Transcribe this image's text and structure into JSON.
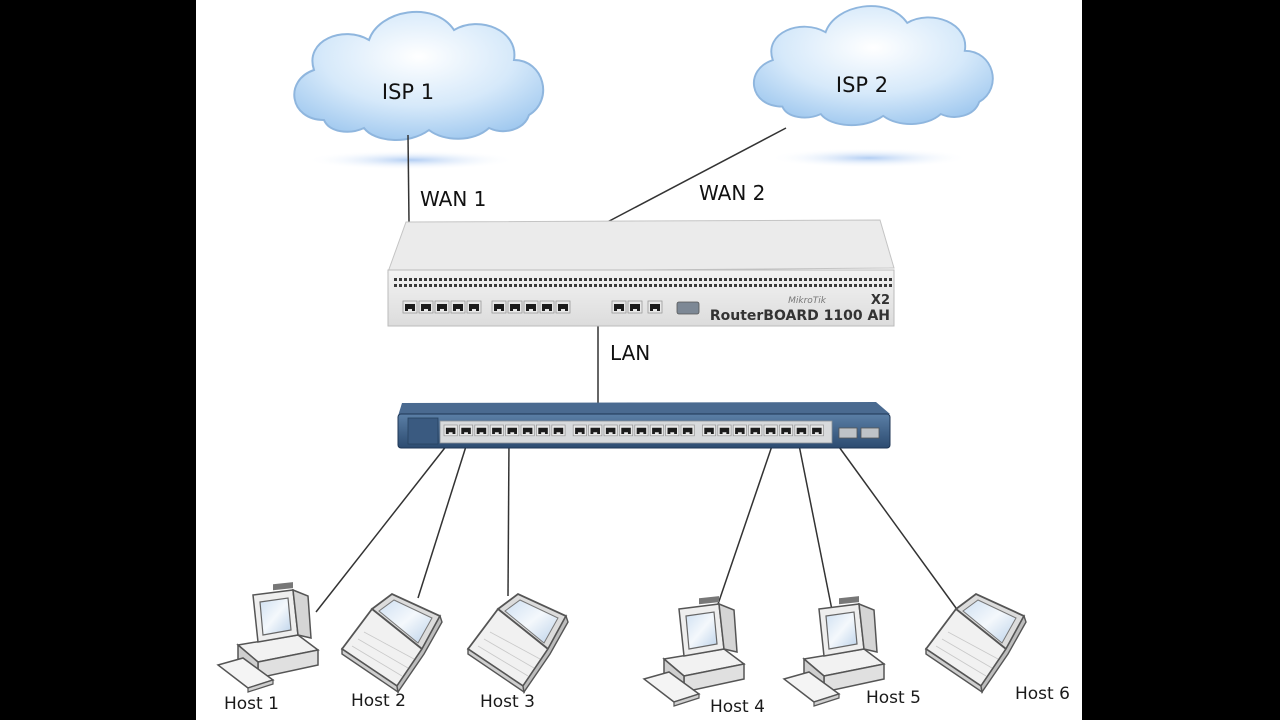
{
  "diagram": {
    "clouds": [
      {
        "id": "isp1",
        "label": "ISP 1"
      },
      {
        "id": "isp2",
        "label": "ISP 2"
      }
    ],
    "links": [
      {
        "id": "wan1",
        "label": "WAN 1",
        "from": "ISP 1",
        "to": "Router port 1"
      },
      {
        "id": "wan2",
        "label": "WAN 2",
        "from": "ISP 2",
        "to": "Router port 3"
      },
      {
        "id": "lan",
        "label": "LAN",
        "from": "Router port 10",
        "to": "Switch"
      }
    ],
    "router": {
      "brand": "MikroTik",
      "badge": "X2",
      "model": "RouterBOARD 1100 AH",
      "ethernet_ports": 13
    },
    "switch": {
      "ports": 24,
      "uplink_ports": 2
    },
    "hosts": [
      {
        "label": "Host 1",
        "type": "desktop"
      },
      {
        "label": "Host 2",
        "type": "laptop"
      },
      {
        "label": "Host 3",
        "type": "laptop"
      },
      {
        "label": "Host 4",
        "type": "desktop"
      },
      {
        "label": "Host 5",
        "type": "desktop"
      },
      {
        "label": "Host 6",
        "type": "laptop"
      }
    ]
  }
}
